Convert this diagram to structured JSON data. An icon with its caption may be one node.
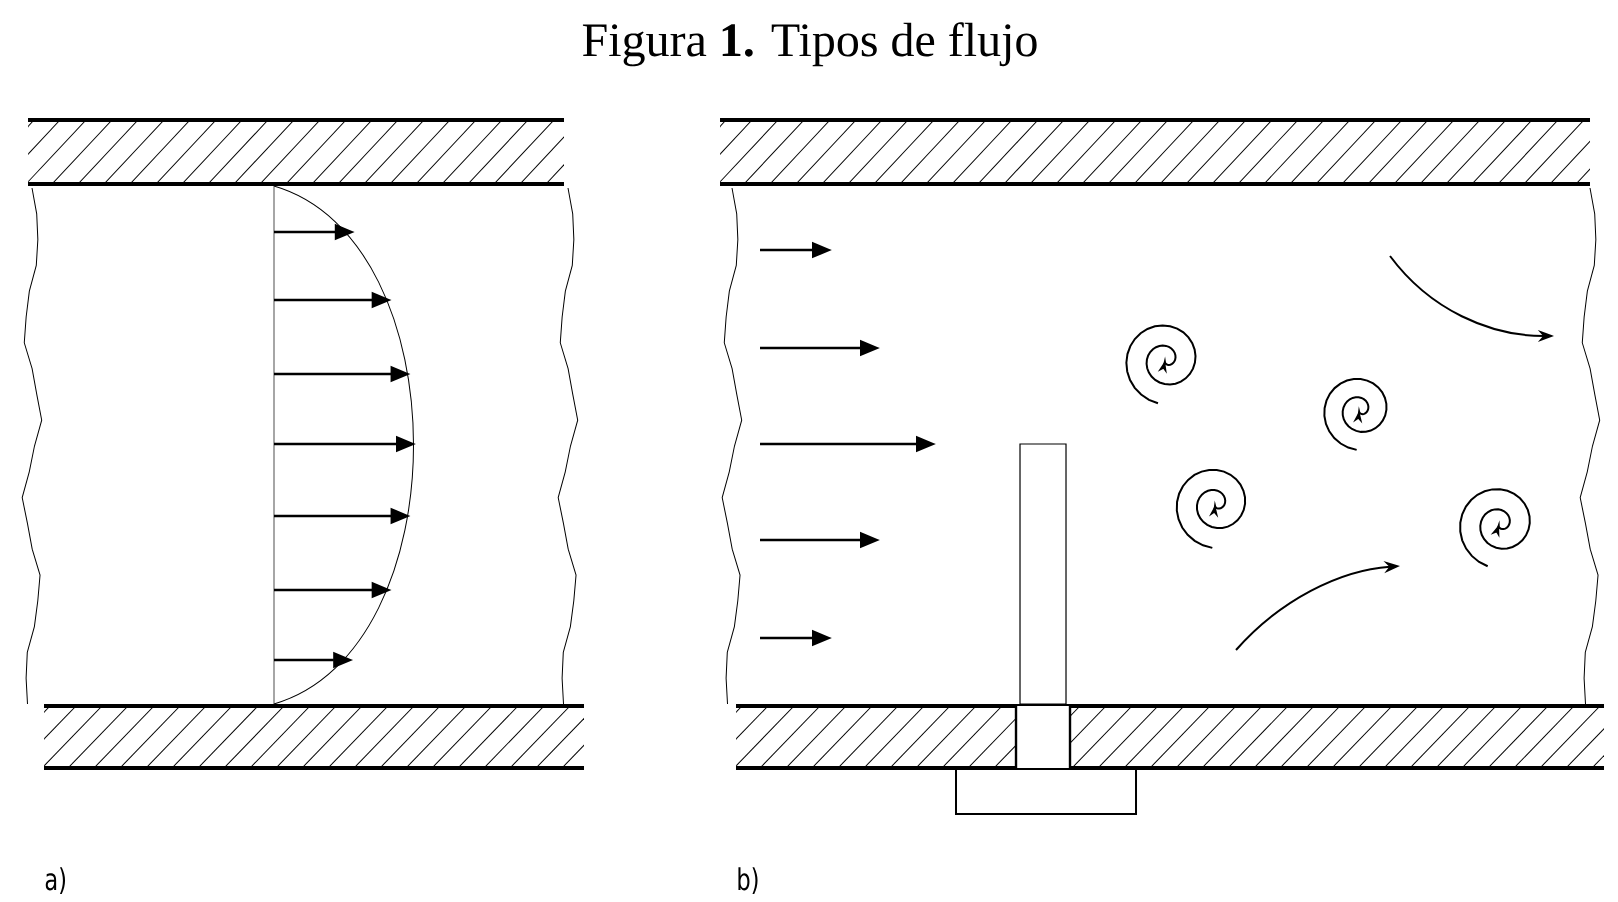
{
  "diagram": {
    "title": "Figura **1.** Tipos de flujo",
    "labels": [
      "a)",
      "b)"
    ]
  }
}
